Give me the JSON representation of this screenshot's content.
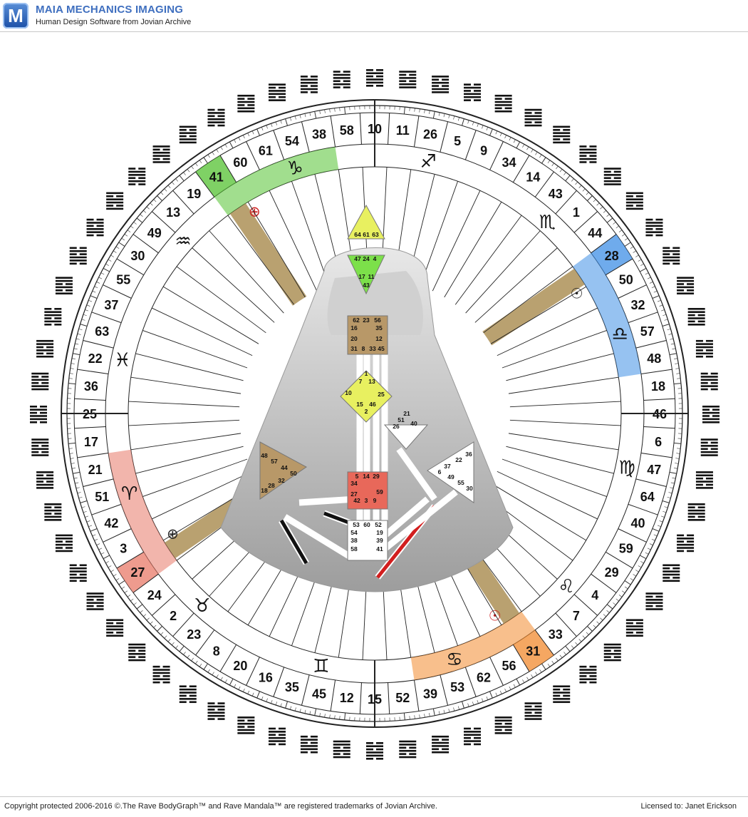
{
  "app": {
    "logo_letter": "M",
    "title": "MAIA MECHANICS IMAGING",
    "subtitle": "Human Design Software from Jovian Archive"
  },
  "footer": {
    "copyright": "Copyright protected 2006-2016 ©.The Rave BodyGraph™ and Rave Mandala™ are registered trademarks of Jovian Archive.",
    "license": "Licensed to: Janet Erickson"
  },
  "mandala": {
    "gate_ring_clockwise_from_top": [
      10,
      11,
      26,
      5,
      9,
      34,
      14,
      43,
      1,
      44,
      28,
      50,
      32,
      57,
      48,
      18,
      46,
      6,
      47,
      64,
      40,
      59,
      29,
      4,
      7,
      33,
      31,
      56,
      62,
      53,
      39,
      52,
      15,
      12,
      45,
      35,
      16,
      20,
      8,
      23,
      2,
      24,
      27,
      3,
      42,
      51,
      21,
      17,
      25,
      36,
      22,
      63,
      37,
      55,
      30,
      49,
      13,
      19,
      41,
      60,
      61,
      54,
      38,
      58
    ],
    "zodiac_signs": [
      {
        "name": "sagittarius",
        "glyph": "♐"
      },
      {
        "name": "scorpio",
        "glyph": "♏"
      },
      {
        "name": "libra",
        "glyph": "♎"
      },
      {
        "name": "virgo",
        "glyph": "♍"
      },
      {
        "name": "leo",
        "glyph": "♌"
      },
      {
        "name": "cancer",
        "glyph": "♋"
      },
      {
        "name": "gemini",
        "glyph": "♊"
      },
      {
        "name": "taurus",
        "glyph": "♉"
      },
      {
        "name": "aries",
        "glyph": "♈"
      },
      {
        "name": "pisces",
        "glyph": "♓"
      },
      {
        "name": "aquarius",
        "glyph": "♒"
      },
      {
        "name": "capricorn",
        "glyph": "♑"
      }
    ],
    "activations": [
      {
        "gate": 28,
        "planet": "sun",
        "glyph": "☉",
        "color": "#3f8fe6",
        "glyph_color": "#222"
      },
      {
        "gate": 41,
        "planet": "earth",
        "glyph": "⊕",
        "color": "#54c232",
        "glyph_color": "#cc2020"
      },
      {
        "gate": 27,
        "planet": "earth",
        "glyph": "⊕",
        "color": "#e87968",
        "glyph_color": "#222"
      },
      {
        "gate": 31,
        "planet": "sun",
        "glyph": "☉",
        "color": "#f28a2e",
        "glyph_color": "#cc2020"
      }
    ],
    "bodygraph": {
      "head_gates": [
        "64",
        "61",
        "63"
      ],
      "ajna_gates": [
        "47",
        "24",
        "4",
        "17",
        "11",
        "43"
      ],
      "throat_gates": [
        "62",
        "23",
        "56",
        "16",
        "35",
        "20",
        "12",
        "31",
        "8",
        "33",
        "45"
      ],
      "g_gates": [
        "1",
        "7",
        "13",
        "10",
        "25",
        "15",
        "46",
        "2"
      ],
      "ego_gates": [
        "21",
        "51",
        "26",
        "40"
      ],
      "spleen_gates": [
        "48",
        "57",
        "44",
        "50",
        "32",
        "28",
        "18"
      ],
      "sacral_gates": [
        "5",
        "14",
        "29",
        "34",
        "59",
        "27",
        "42",
        "3",
        "9"
      ],
      "solar_gates": [
        "36",
        "22",
        "37",
        "6",
        "49",
        "55",
        "30"
      ],
      "root_gates": [
        "53",
        "60",
        "52",
        "54",
        "19",
        "38",
        "39",
        "58",
        "41"
      ]
    }
  }
}
